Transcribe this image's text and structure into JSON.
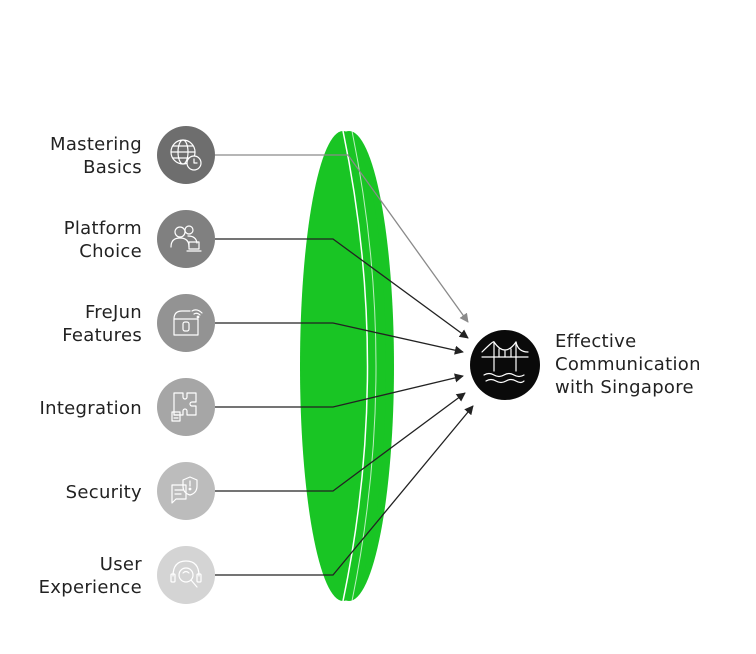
{
  "colors": {
    "lens_fill": "#19c524",
    "lens_edge": "#ffffff",
    "connector": "#222222",
    "connector_first": "#8a8a8a",
    "target_fill": "#0a0a0a",
    "icon_stroke": "#ffffff"
  },
  "inputs": [
    {
      "line1": "Mastering",
      "line2": "Basics",
      "icon": "globe-clock-icon",
      "color": "#6e6e6e"
    },
    {
      "line1": "Platform",
      "line2": "Choice",
      "icon": "users-laptop-icon",
      "color": "#808080"
    },
    {
      "line1": "FreJun",
      "line2": "Features",
      "icon": "wifi-box-icon",
      "color": "#939393"
    },
    {
      "line1": "Integration",
      "line2": "",
      "icon": "puzzle-icon",
      "color": "#a6a6a6"
    },
    {
      "line1": "Security",
      "line2": "",
      "icon": "shield-chat-icon",
      "color": "#bcbcbc"
    },
    {
      "line1": "User",
      "line2": "Experience",
      "icon": "headset-search-icon",
      "color": "#d4d4d4"
    }
  ],
  "target": {
    "line1": "Effective",
    "line2": "Communication",
    "line3": "with Singapore",
    "icon": "bridge-icon"
  }
}
